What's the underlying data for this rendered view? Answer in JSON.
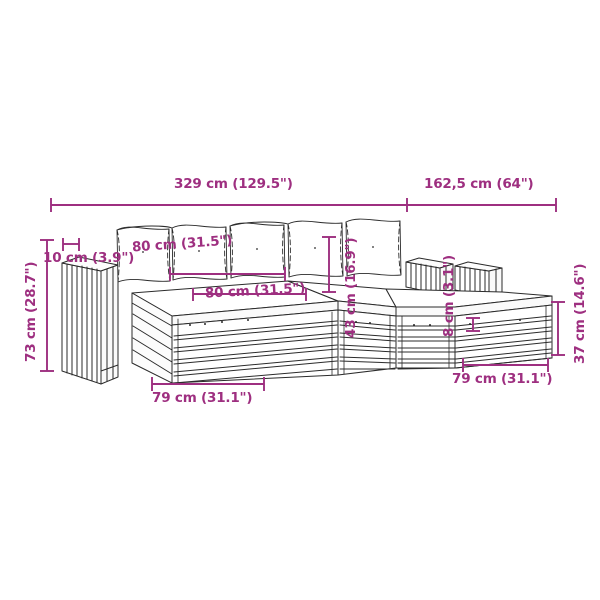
{
  "document": {
    "type": "product-dimension-diagram",
    "subject": "outdoor wooden sectional sofa set with cushions",
    "background_color": "#ffffff",
    "line_color": "#2b2b2b",
    "dimension_color": "#9e2f80"
  },
  "dimensions": {
    "overall_width": {
      "id": "dim-overall-width",
      "label": "329 cm (129.5\")",
      "value_cm": 329,
      "value_in": 129.5,
      "orientation": "horizontal",
      "position": "top-left"
    },
    "overall_depth": {
      "id": "dim-overall-depth",
      "label": "162,5 cm (64\")",
      "value_cm": 162.5,
      "value_in": 64,
      "orientation": "horizontal",
      "position": "top-right"
    },
    "total_height": {
      "id": "dim-total-height",
      "label": "73 cm (28.7\")",
      "value_cm": 73,
      "value_in": 28.7,
      "orientation": "vertical",
      "position": "left-outer"
    },
    "armrest_thickness": {
      "id": "dim-armrest-thickness",
      "label": "10 cm (3.9\")",
      "value_cm": 10,
      "value_in": 3.9,
      "orientation": "horizontal",
      "position": "left-upper"
    },
    "cushion_width": {
      "id": "dim-cushion-width",
      "label": "80 cm (31.5\")",
      "value_cm": 80,
      "value_in": 31.5,
      "orientation": "horizontal",
      "position": "upper-middle"
    },
    "seat_width": {
      "id": "dim-seat-width",
      "label": "80 cm (31.5\")",
      "value_cm": 80,
      "value_in": 31.5,
      "orientation": "horizontal",
      "position": "middle"
    },
    "backrest_height": {
      "id": "dim-backrest-height",
      "label": "43 cm (16.9\")",
      "value_cm": 43,
      "value_in": 16.9,
      "orientation": "vertical",
      "position": "center"
    },
    "cushion_thickness": {
      "id": "dim-cushion-thickness",
      "label": "8 cm (3.1\")",
      "value_cm": 8,
      "value_in": 3.1,
      "orientation": "vertical",
      "position": "center-right"
    },
    "seat_depth_left": {
      "id": "dim-seat-depth-left",
      "label": "79 cm (31.1\")",
      "value_cm": 79,
      "value_in": 31.1,
      "orientation": "horizontal",
      "position": "bottom-left"
    },
    "seat_depth_right": {
      "id": "dim-seat-depth-right",
      "label": "79 cm (31.1\")",
      "value_cm": 79,
      "value_in": 31.1,
      "orientation": "horizontal",
      "position": "bottom-right"
    },
    "seat_height": {
      "id": "dim-seat-height",
      "label": "37 cm (14.6\")",
      "value_cm": 37,
      "value_in": 14.6,
      "orientation": "vertical",
      "position": "right-outer"
    }
  }
}
